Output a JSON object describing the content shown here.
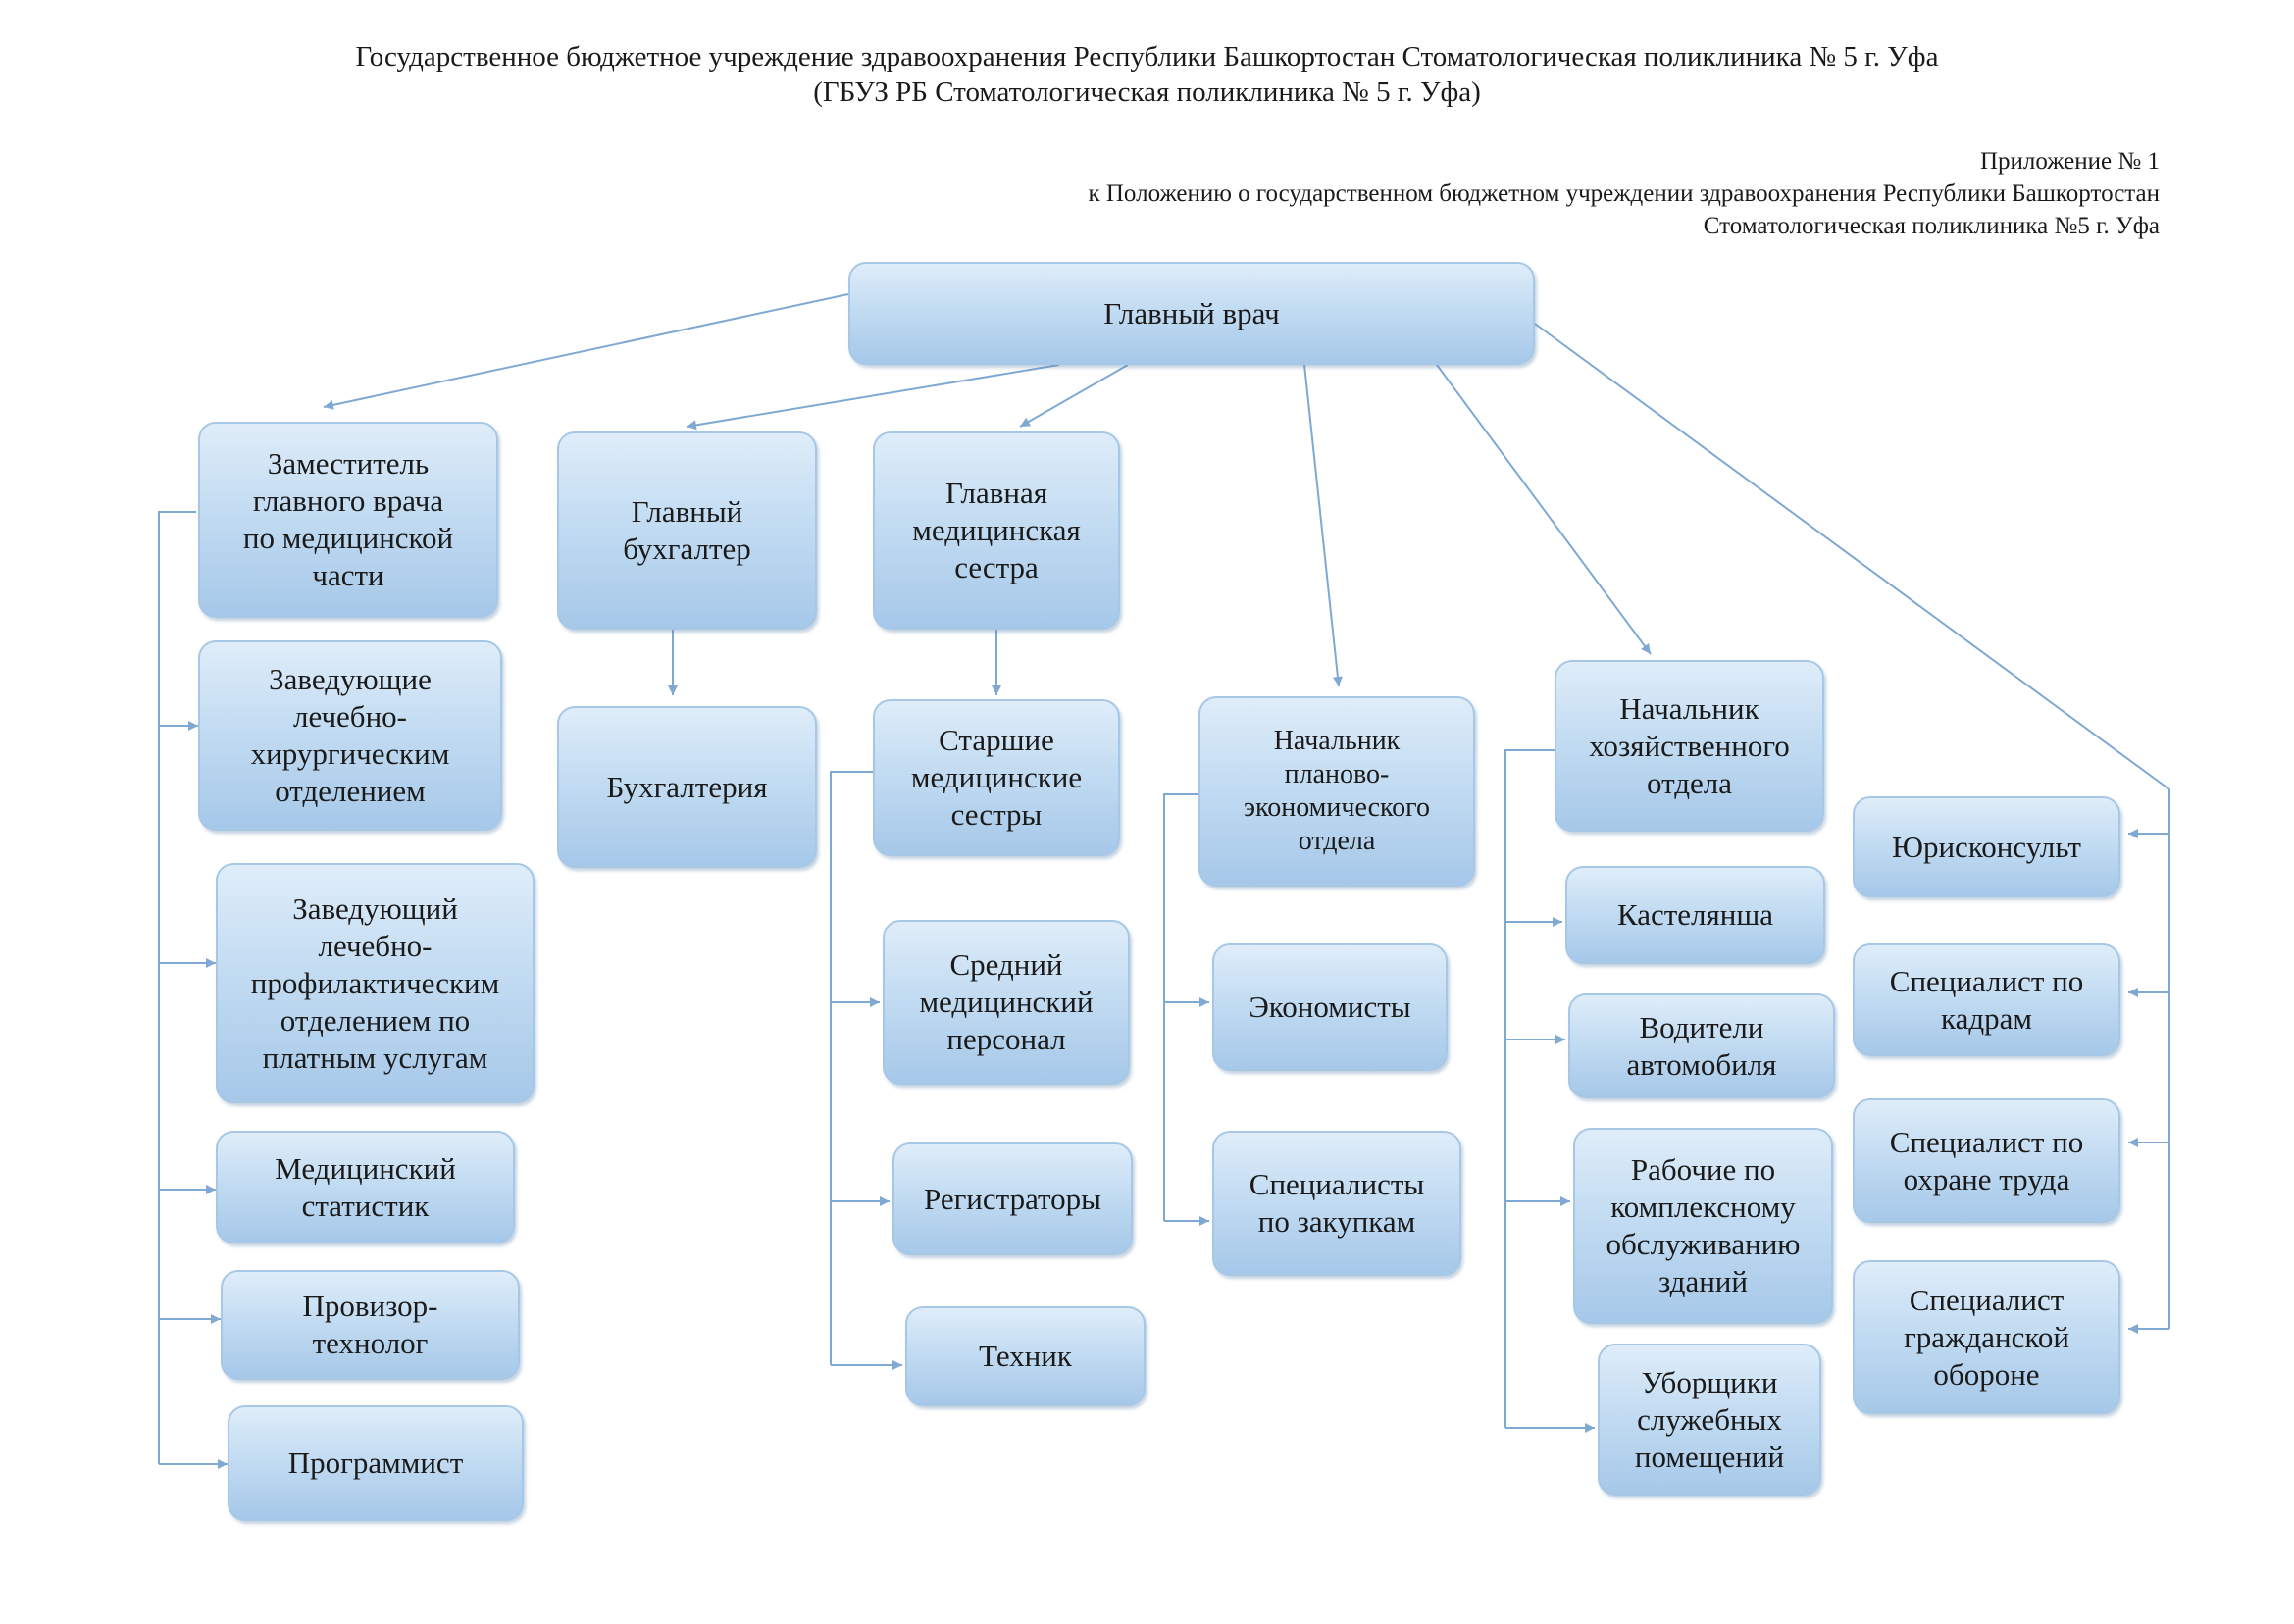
{
  "header": {
    "line1": "Государственное бюджетное учреждение здравоохранения Республики Башкортостан Стоматологическая поликлиника № 5 г. Уфа",
    "line2": "(ГБУЗ РБ Стоматологическая поликлиника № 5 г. Уфа)"
  },
  "appendix": {
    "line1": "Приложение № 1",
    "line2": "к Положению о государственном бюджетном учреждении здравоохранения Республики Башкортостан",
    "line3": "Стоматологическая поликлиника №5 г. Уфа"
  },
  "nodes": {
    "chief": "Главный врач",
    "deputy": "Заместитель\nглавного врача\nпо медицинской\nчасти",
    "chief_accountant": "Главный\nбухгалтер",
    "head_nurse": "Главная\nмедицинская\nсестра",
    "head_surgery": "Заведующие\nлечебно-\nхирургическим\nотделением",
    "head_paid": "Заведующий\nлечебно-\nпрофилактическим\nотделением по\nплатным услугам",
    "stat": "Медицинский\nстатистик",
    "pharm": "Провизор-\nтехнолог",
    "programmer": "Программист",
    "accounting": "Бухгалтерия",
    "senior_nurses": "Старшие\nмедицинские\nсестры",
    "mid_staff": "Средний\nмедицинский\nперсонал",
    "registrars": "Регистраторы",
    "technician": "Техник",
    "head_econ": "Начальник\nпланово-\nэкономического\nотдела",
    "economists": "Экономисты",
    "procurement": "Специалисты\nпо закупкам",
    "head_house": "Начальник\nхозяйственного\nотдела",
    "linen": "Кастелянша",
    "drivers": "Водители\nавтомобиля",
    "workers": "Рабочие по\nкомплексному\nобслуживанию\nзданий",
    "cleaners": "Уборщики\nслужебных\nпомещений",
    "lawyer": "Юрисконсульт",
    "hr": "Специалист по\nкадрам",
    "safety": "Специалист по\nохране труда",
    "civil_def": "Специалист\nгражданской\nобороне"
  },
  "colors": {
    "box_border": "#a7c7e6",
    "box_fill_top": "#dfedf9",
    "box_fill_bottom": "#a6c8e9",
    "line": "#7fa9d3"
  }
}
